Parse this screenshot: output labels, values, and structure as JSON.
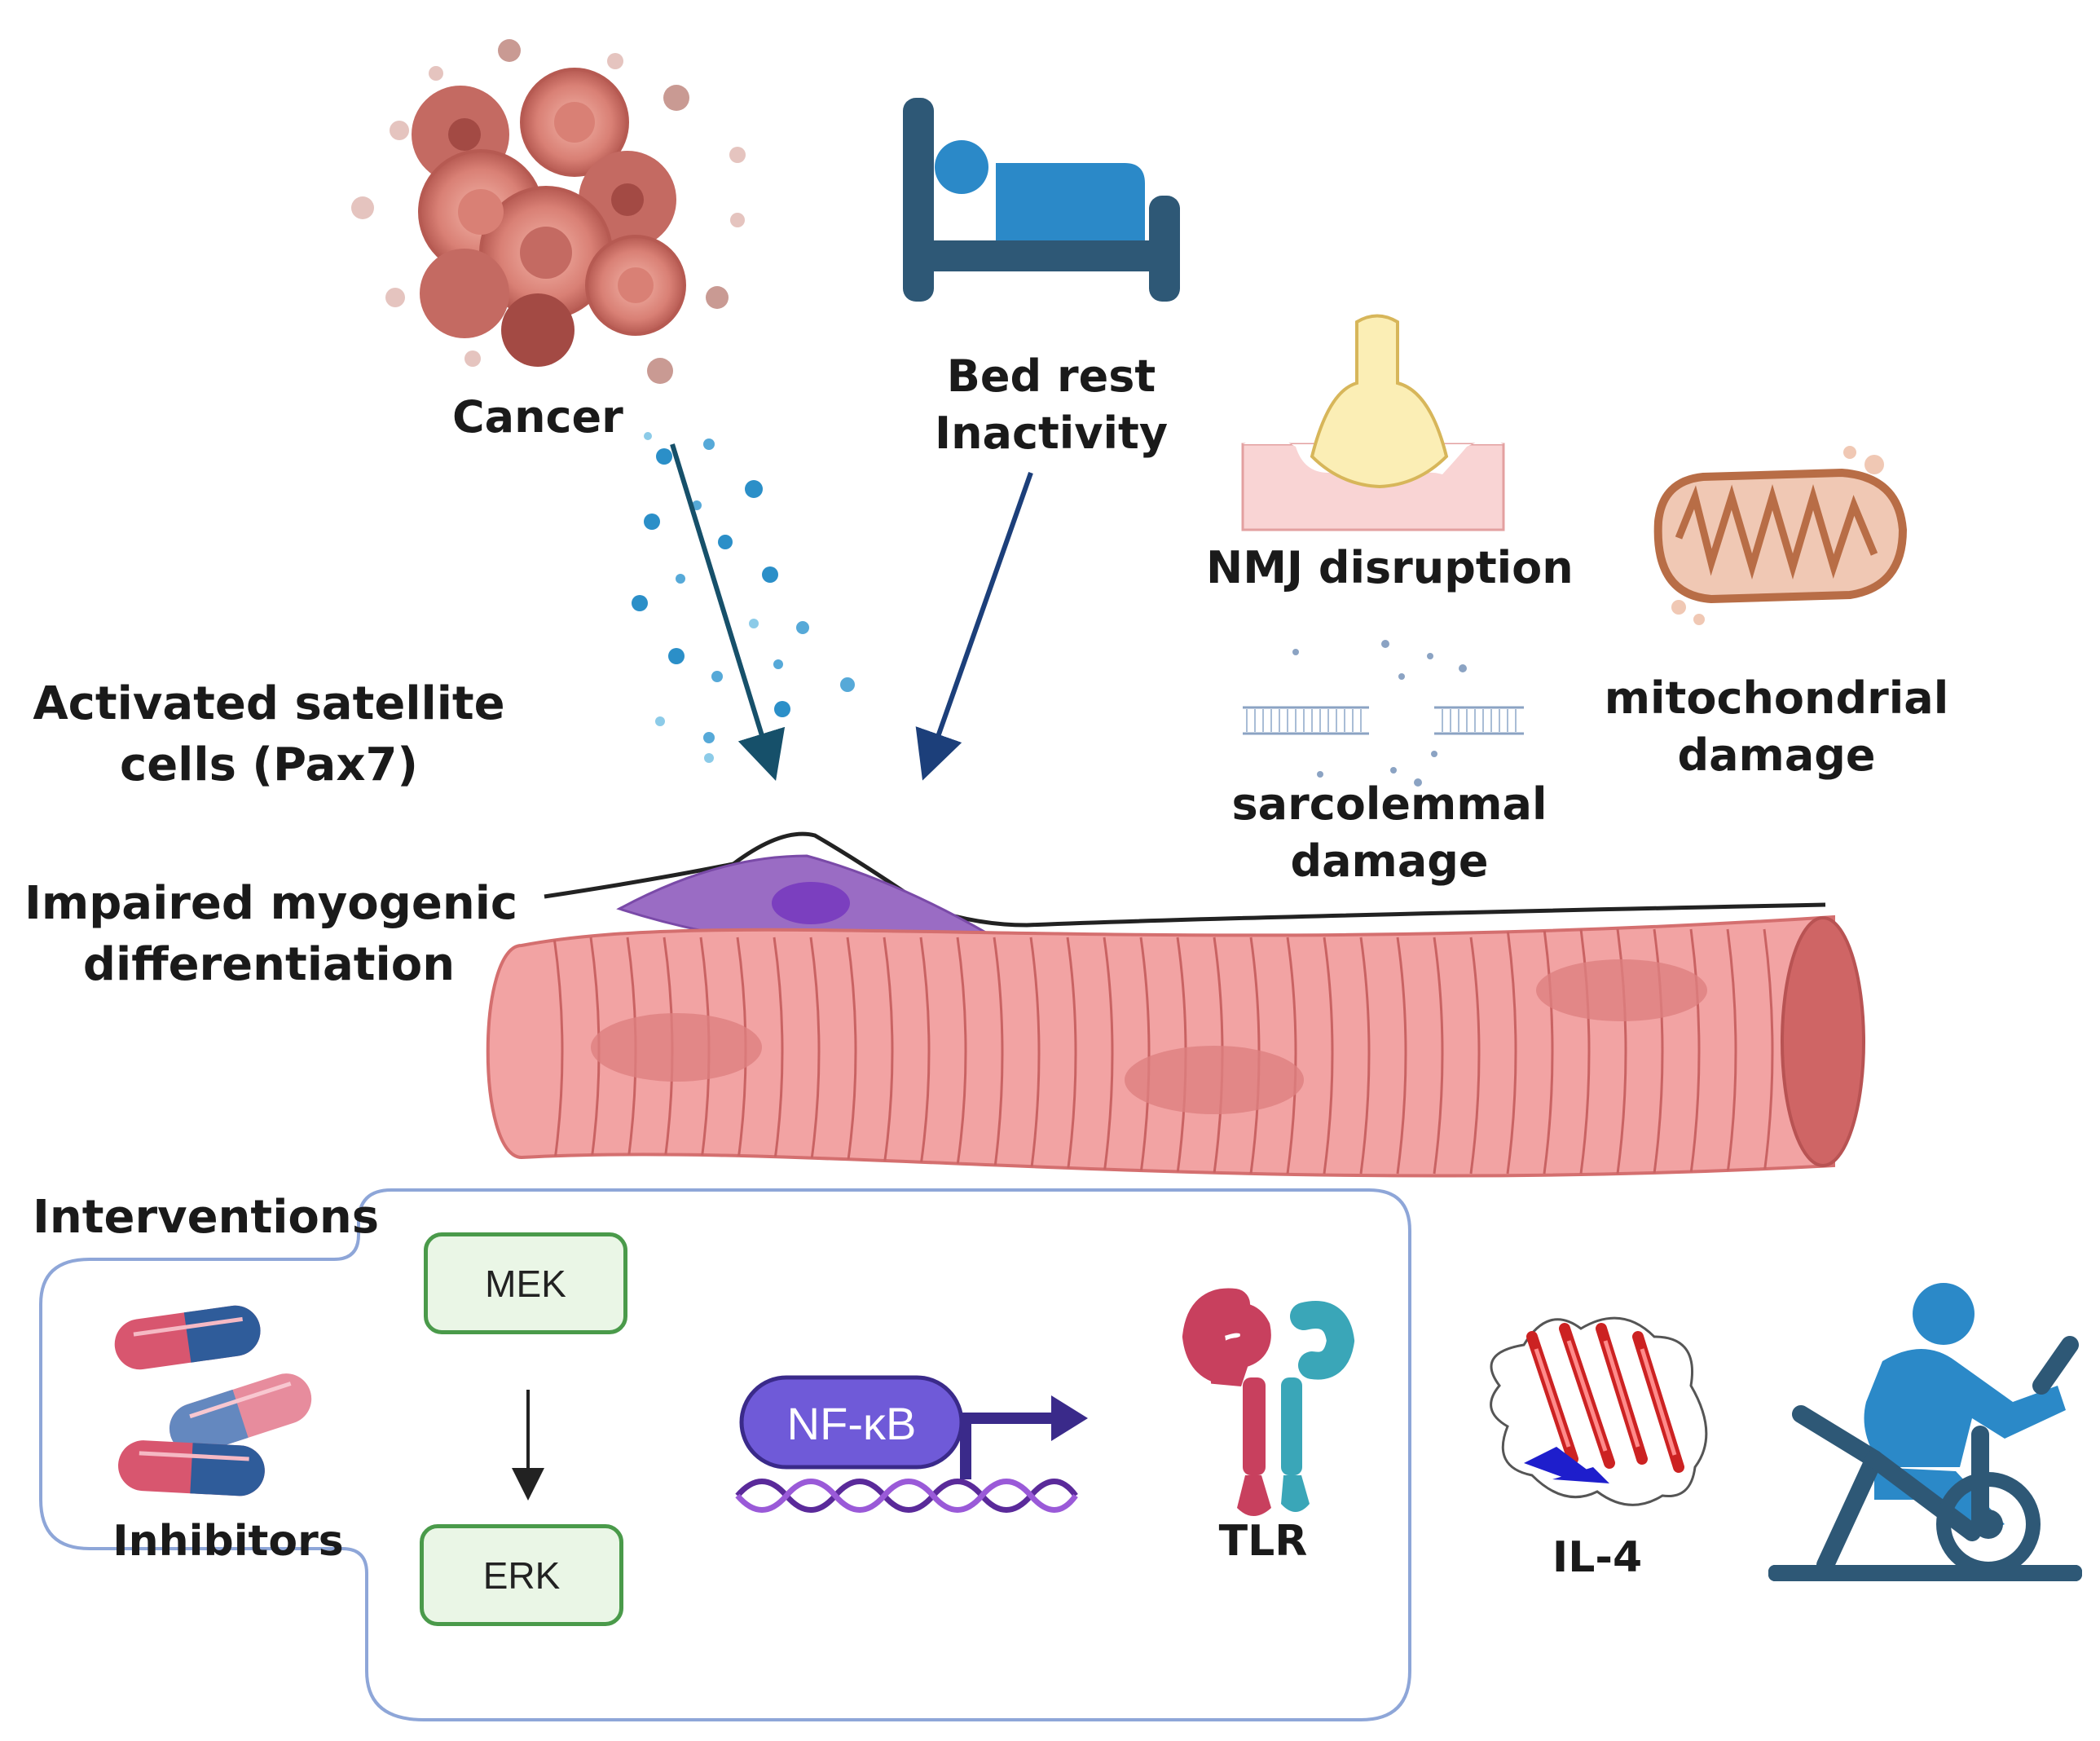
{
  "labels": {
    "cancer": "Cancer",
    "bed_rest": "Bed rest",
    "inactivity": "Inactivity",
    "nmj": "NMJ disruption",
    "mito_1": "mitochondrial",
    "mito_2": "damage",
    "sarco_1": "sarcolemmal",
    "sarco_2": "damage",
    "activated_1": "Activated satellite",
    "activated_2": "cells (Pax7)",
    "impaired_1": "Impaired myogenic",
    "impaired_2": "differentiation",
    "interventions": "Interventions",
    "inhibitors": "Inhibitors",
    "mek": "MEK",
    "erk": "ERK",
    "nfkb": "NF-κB",
    "tlr": "TLR",
    "il4": "IL-4"
  },
  "icons": [
    "cancer-cells-icon",
    "bed-icon",
    "nmj-icon",
    "mitochondria-icon",
    "membrane-icon",
    "satellite-cell-icon",
    "muscle-fiber-icon",
    "pills-icon",
    "dna-promoter-icon",
    "tlr-receptor-icon",
    "il4-protein-icon",
    "exercise-bike-icon"
  ],
  "colors": {
    "muscle": "#f2a3a3",
    "muscle_stripe": "#c96363",
    "satellite": "#9a6cc4",
    "arrow_dark": "#1c3f7a",
    "bed": "#2b89c8",
    "pill_red": "#d8566f",
    "pill_blue": "#2f5c9a",
    "nfkb": "#6f5ad8",
    "exercise": "#2b89c8",
    "frame": "#8ea6d8"
  }
}
